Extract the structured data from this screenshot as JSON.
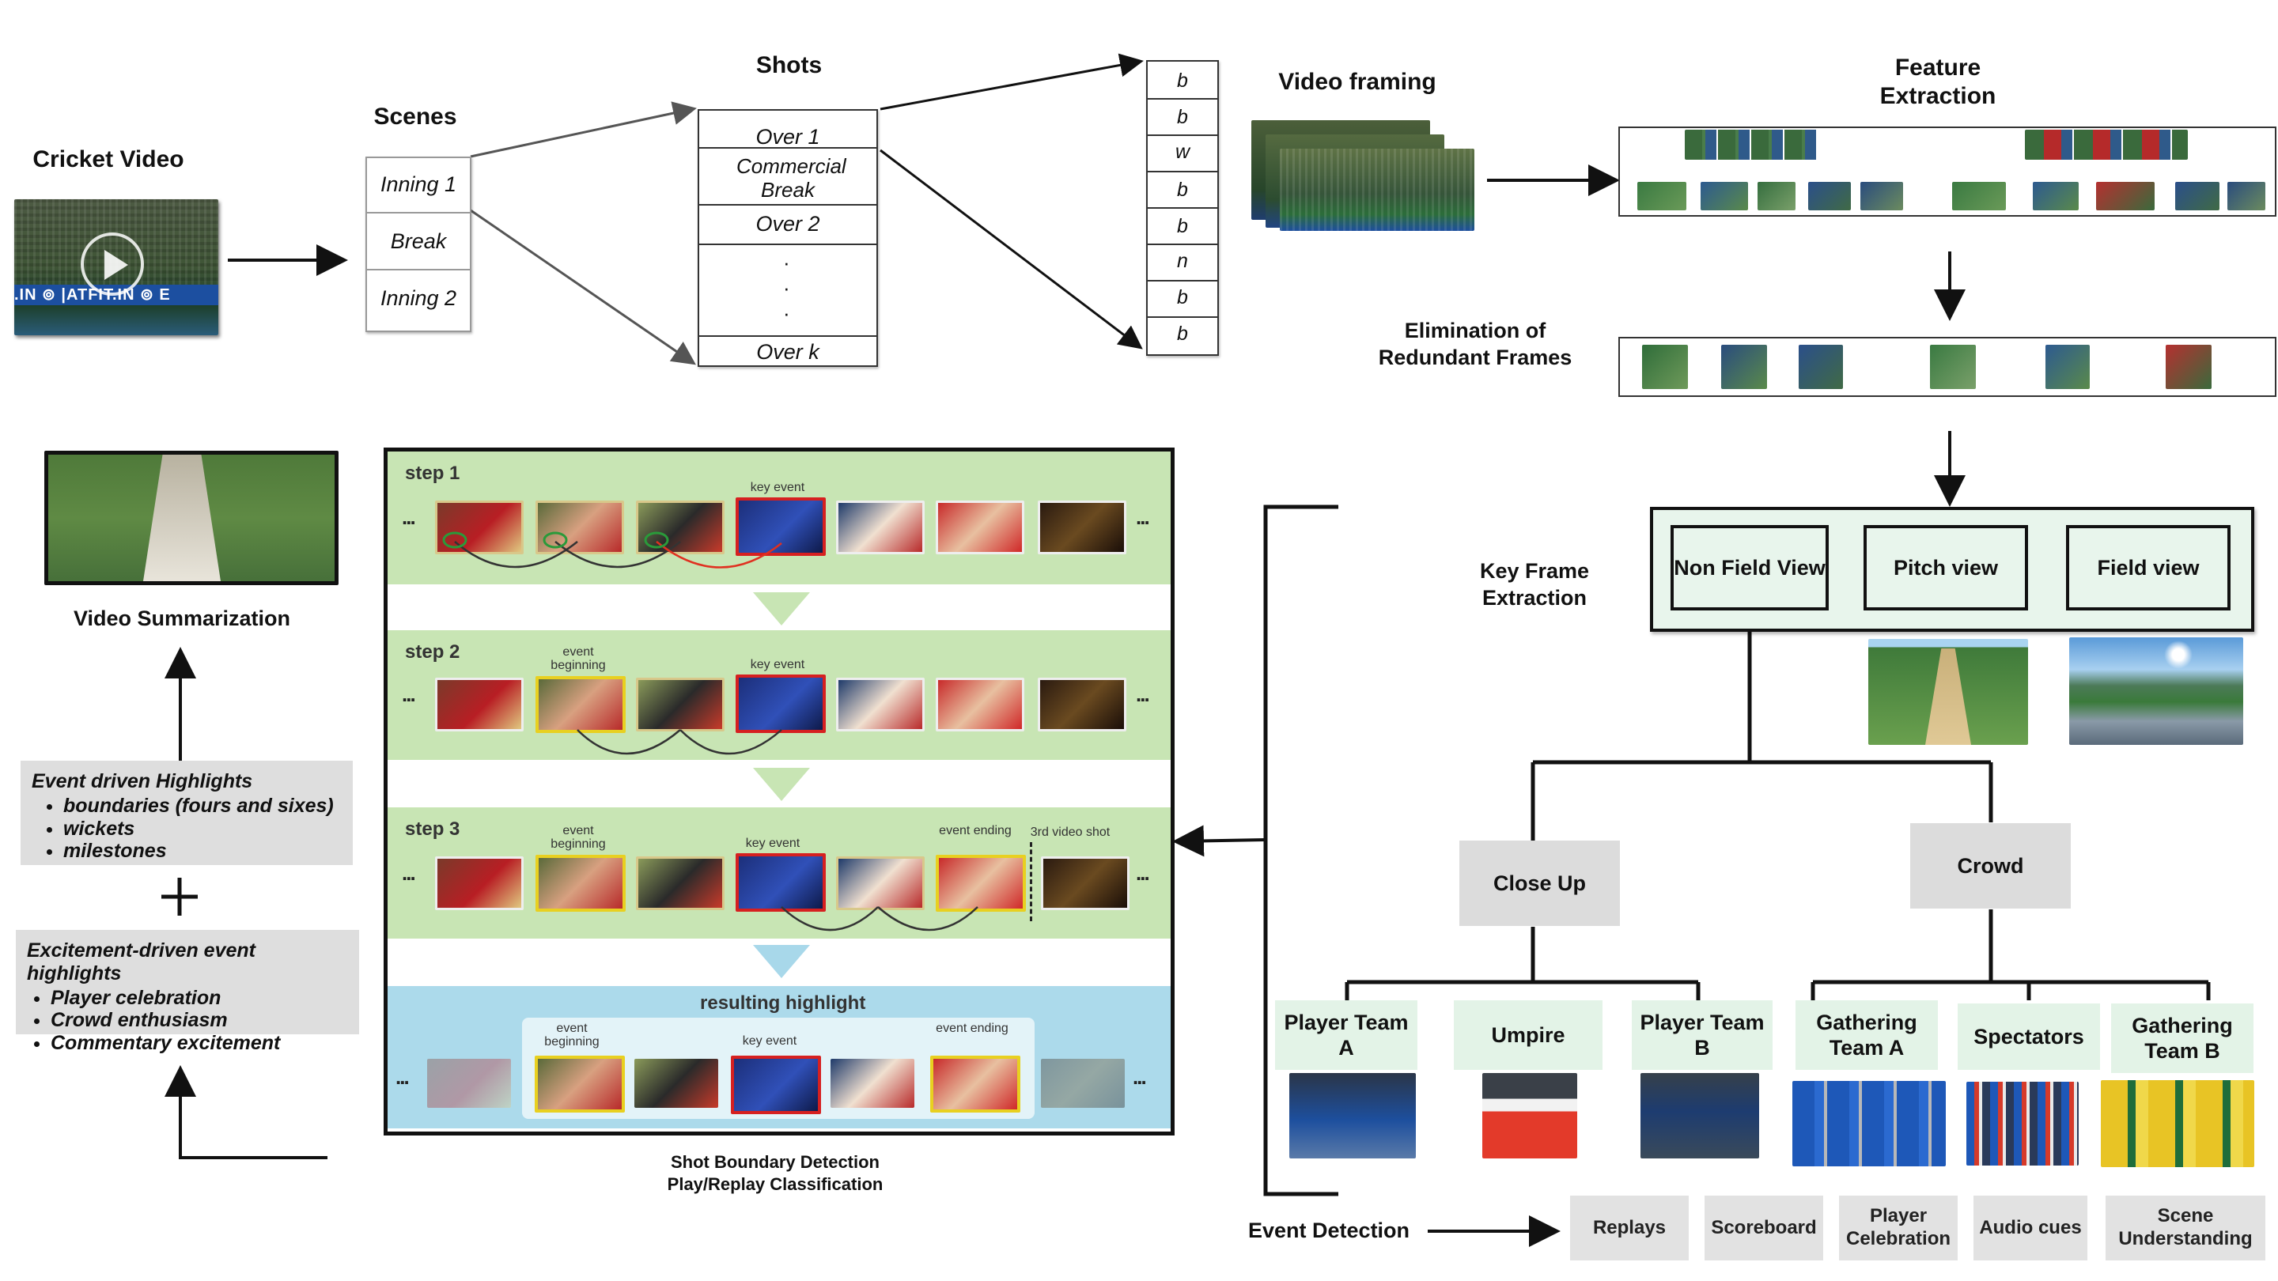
{
  "top": {
    "cricket_video": "Cricket Video",
    "scenes_title": "Scenes",
    "scenes": [
      "Inning 1",
      "Break",
      "Inning 2"
    ],
    "shots_title": "Shots",
    "shots": [
      "Over 1",
      "Commercial Break",
      "Over 2",
      "Over k"
    ],
    "balls": [
      "b",
      "b",
      "w",
      "b",
      "b",
      "n",
      "b",
      "b"
    ],
    "video_framing": "Video framing",
    "feature_extraction": "Feature Extraction",
    "elimination": "Elimination of Redundant Frames"
  },
  "keyframe": {
    "label": "Key Frame Extraction",
    "views": [
      "Non Field View",
      "Pitch view",
      "Field view"
    ],
    "close_up": "Close Up",
    "crowd": "Crowd",
    "leaves": [
      "Player Team A",
      "Umpire",
      "Player Team B",
      "Gathering Team A",
      "Spectators",
      "Gathering Team B"
    ]
  },
  "event": {
    "label": "Event Detection",
    "cues": [
      "Replays",
      "Scoreboard",
      "Player Celebration",
      "Audio cues",
      "Scene Understanding"
    ]
  },
  "shot_boundary": {
    "caption_1": "Shot Boundary Detection",
    "caption_2": "Play/Replay Classification",
    "step1": "step 1",
    "step2": "step 2",
    "step3": "step 3",
    "result": "resulting highlight",
    "key_event": "key event",
    "event_beginning": "event beginning",
    "event_ending": "event ending",
    "third_video_shot": "3rd video shot",
    "ellipsis": "..."
  },
  "summary": {
    "video_summarization": "Video Summarization",
    "event_title": "Event driven Highlights",
    "event_items": [
      "boundaries (fours and sixes)",
      "wickets",
      "milestones"
    ],
    "plus": "+",
    "excite_title": "Excitement-driven event highlights",
    "excite_items": [
      "Player celebration",
      "Crowd enthusiasm",
      "Commentary excitement"
    ]
  }
}
